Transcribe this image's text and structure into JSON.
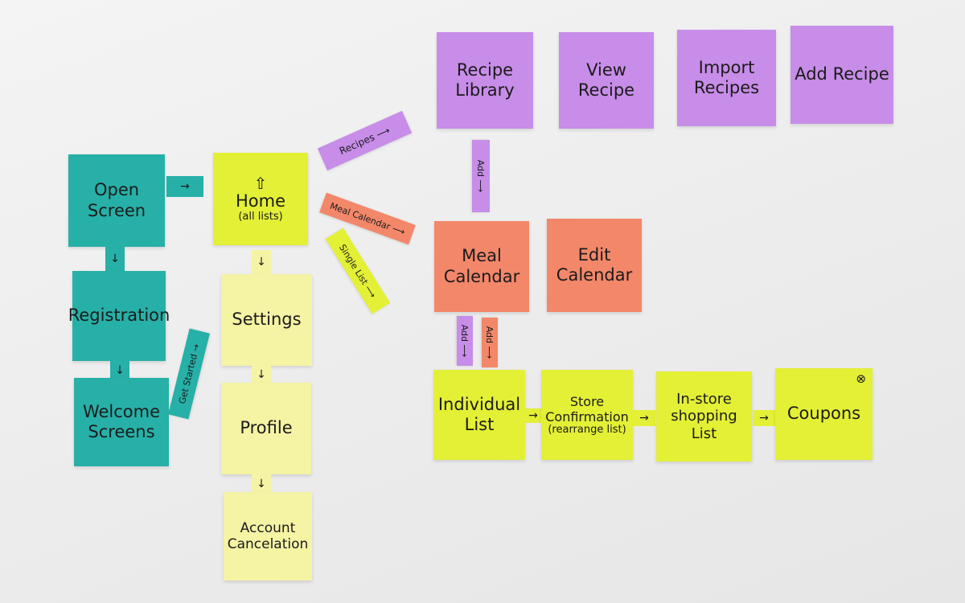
{
  "notes": {
    "open_screen": "Open Screen",
    "registration": "Registration",
    "welcome_screens": "Welcome Screens",
    "home": "Home",
    "home_sub": "(all lists)",
    "home_icon": "⇧",
    "settings": "Settings",
    "profile": "Profile",
    "account_cancelation": "Account Cancelation",
    "recipe_library": "Recipe Library",
    "view_recipe": "View Recipe",
    "import_recipes": "Import Recipes",
    "add_recipe": "Add Recipe",
    "meal_calendar": "Meal Calendar",
    "edit_calendar": "Edit Calendar",
    "individual_list": "Individual List",
    "store_confirmation": "Store Confirmation",
    "store_confirmation_sub": "(rearrange list)",
    "in_store_shopping_list": "In-store shopping List",
    "coupons": "Coupons",
    "coupons_icon": "⊗"
  },
  "tags": {
    "get_started": "Get Started →",
    "recipes": "Recipes ⟶",
    "meal_calendar": "Meal Calendar ⟶",
    "single_list": "Single List ⟶",
    "add_recipe_to_calendar": "Add ⟶",
    "add_purple": "Add ⟶",
    "add_salmon": "Add ⟶"
  },
  "arrows": {
    "right": "→",
    "down": "↓"
  },
  "colors": {
    "teal": "#27b0a7",
    "lime": "#e3f036",
    "pale_yellow": "#f5f3a4",
    "purple": "#c78de8",
    "salmon": "#f3876a"
  }
}
